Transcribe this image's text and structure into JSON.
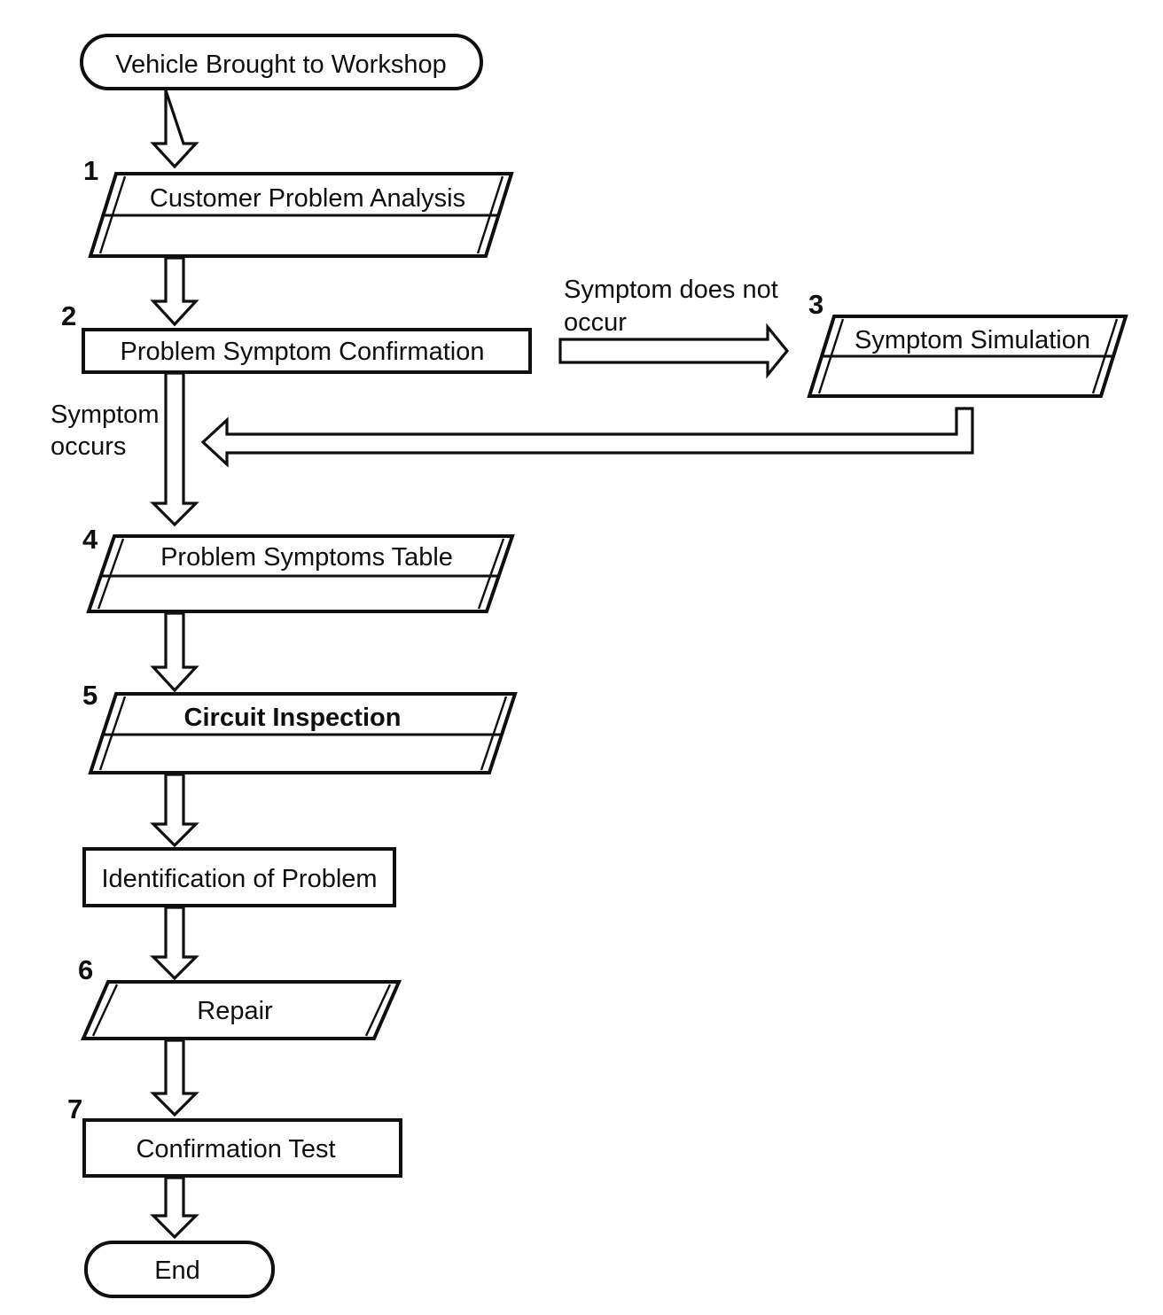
{
  "flowchart": {
    "start": {
      "label": "Vehicle Brought to Workshop"
    },
    "steps": [
      {
        "number": "1",
        "label": "Customer Problem Analysis"
      },
      {
        "number": "2",
        "label": "Problem Symptom Confirmation"
      },
      {
        "number": "3",
        "label": "Symptom Simulation"
      },
      {
        "number": "4",
        "label": "Problem Symptoms Table"
      },
      {
        "number": "5",
        "label": "Circuit Inspection"
      },
      {
        "number": "6",
        "label": "Repair"
      },
      {
        "number": "7",
        "label": "Confirmation Test"
      }
    ],
    "identification": {
      "label": "Identification of Problem"
    },
    "end": {
      "label": "End"
    },
    "branch_labels": {
      "not_occur_line1": "Symptom does not",
      "not_occur_line2": "occur",
      "occurs_line1": "Symptom",
      "occurs_line2": "occurs"
    },
    "colors": {
      "ink": "#0f0f0f",
      "paper": "#ffffff"
    }
  }
}
